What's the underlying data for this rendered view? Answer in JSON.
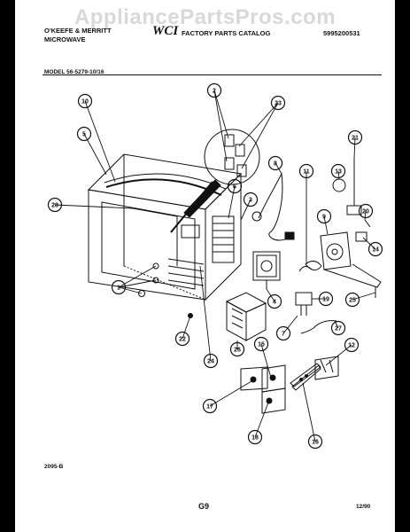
{
  "watermark": "AppliancePartsPros.com",
  "header": {
    "brand_line1": "O'KEEFE & MERRITT",
    "brand_line2": "MICROWAVE",
    "logo": "WCI",
    "catalog_title": "FACTORY PARTS CATALOG",
    "catalog_number": "5995200531",
    "model": "MODEL 56-5279-10/16"
  },
  "callouts": [
    "1",
    "2",
    "3",
    "4",
    "5",
    "6",
    "7",
    "8",
    "9",
    "10",
    "11",
    "12",
    "13",
    "14",
    "15",
    "16",
    "17",
    "18",
    "19",
    "20",
    "21",
    "22",
    "23",
    "24",
    "25",
    "26",
    "27",
    "28"
  ],
  "footer": {
    "left_code": "2095-B",
    "page": "G9",
    "date": "12/90"
  },
  "colors": {
    "line": "#111111",
    "paper": "#ffffff",
    "watermark": "#d8d8d8"
  }
}
